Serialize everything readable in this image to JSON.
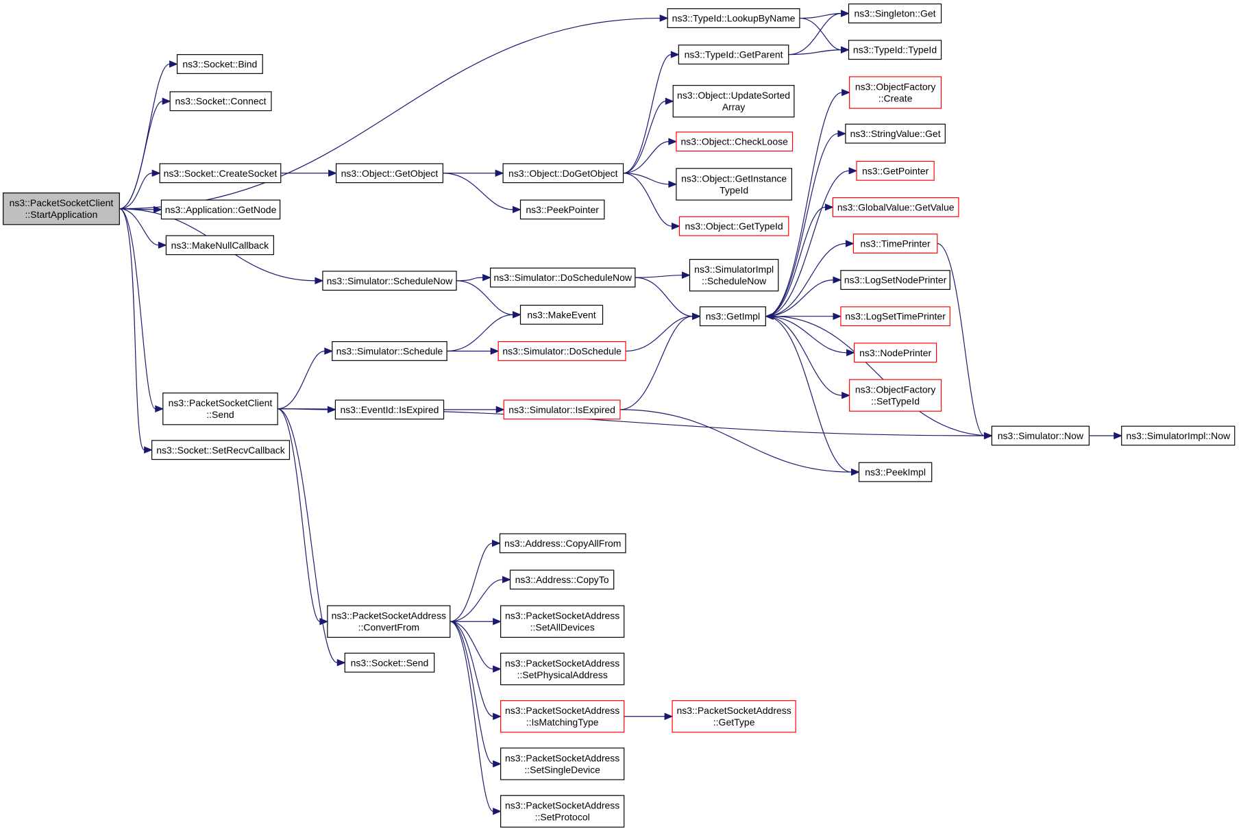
{
  "colors": {
    "edge": "#191970",
    "normal_border": "#000000",
    "red_border": "#ff0000",
    "root_fill": "#bfbfbf"
  },
  "nodes": [
    {
      "id": "root",
      "lines": [
        "ns3::PacketSocketClient",
        "::StartApplication"
      ],
      "style": "root"
    },
    {
      "id": "sbind",
      "lines": [
        "ns3::Socket::Bind"
      ]
    },
    {
      "id": "sconnect",
      "lines": [
        "ns3::Socket::Connect"
      ]
    },
    {
      "id": "screate",
      "lines": [
        "ns3::Socket::CreateSocket"
      ]
    },
    {
      "id": "getnode",
      "lines": [
        "ns3::Application::GetNode"
      ]
    },
    {
      "id": "makenull",
      "lines": [
        "ns3::MakeNullCallback"
      ]
    },
    {
      "id": "schednow",
      "lines": [
        "ns3::Simulator::ScheduleNow"
      ]
    },
    {
      "id": "pscsend",
      "lines": [
        "ns3::PacketSocketClient",
        "::Send"
      ]
    },
    {
      "id": "setrecv",
      "lines": [
        "ns3::Socket::SetRecvCallback"
      ]
    },
    {
      "id": "lookup",
      "lines": [
        "ns3::TypeId::LookupByName"
      ]
    },
    {
      "id": "getobject",
      "lines": [
        "ns3::Object::GetObject"
      ]
    },
    {
      "id": "dogetobject",
      "lines": [
        "ns3::Object::DoGetObject"
      ]
    },
    {
      "id": "peekptr",
      "lines": [
        "ns3::PeekPointer"
      ]
    },
    {
      "id": "getparent",
      "lines": [
        "ns3::TypeId::GetParent"
      ]
    },
    {
      "id": "updsorted",
      "lines": [
        "ns3::Object::UpdateSorted",
        "Array"
      ]
    },
    {
      "id": "checkloose",
      "lines": [
        "ns3::Object::CheckLoose"
      ],
      "style": "red"
    },
    {
      "id": "getinst",
      "lines": [
        "ns3::Object::GetInstance",
        "TypeId"
      ]
    },
    {
      "id": "objgettypeid",
      "lines": [
        "ns3::Object::GetTypeId"
      ],
      "style": "red"
    },
    {
      "id": "singleton",
      "lines": [
        "ns3::Singleton::Get"
      ]
    },
    {
      "id": "typeid",
      "lines": [
        "ns3::TypeId::TypeId"
      ]
    },
    {
      "id": "doschednow",
      "lines": [
        "ns3::Simulator::DoScheduleNow"
      ]
    },
    {
      "id": "simimplsched",
      "lines": [
        "ns3::SimulatorImpl",
        "::ScheduleNow"
      ]
    },
    {
      "id": "makeevent",
      "lines": [
        "ns3::MakeEvent"
      ]
    },
    {
      "id": "schedule",
      "lines": [
        "ns3::Simulator::Schedule"
      ]
    },
    {
      "id": "dosched",
      "lines": [
        "ns3::Simulator::DoSchedule"
      ],
      "style": "red"
    },
    {
      "id": "getimpl",
      "lines": [
        "ns3::GetImpl"
      ]
    },
    {
      "id": "isexpired",
      "lines": [
        "ns3::EventId::IsExpired"
      ]
    },
    {
      "id": "simisexp",
      "lines": [
        "ns3::Simulator::IsExpired"
      ],
      "style": "red"
    },
    {
      "id": "peekimpl",
      "lines": [
        "ns3::PeekImpl"
      ]
    },
    {
      "id": "simnow",
      "lines": [
        "ns3::Simulator::Now"
      ]
    },
    {
      "id": "simimplnow",
      "lines": [
        "ns3::SimulatorImpl::Now"
      ]
    },
    {
      "id": "ofcreate",
      "lines": [
        "ns3::ObjectFactory",
        "::Create"
      ],
      "style": "red"
    },
    {
      "id": "strget",
      "lines": [
        "ns3::StringValue::Get"
      ]
    },
    {
      "id": "getptr",
      "lines": [
        "ns3::GetPointer"
      ],
      "style": "red"
    },
    {
      "id": "gvget",
      "lines": [
        "ns3::GlobalValue::GetValue"
      ],
      "style": "red"
    },
    {
      "id": "timeprinter",
      "lines": [
        "ns3::TimePrinter"
      ],
      "style": "red"
    },
    {
      "id": "lsnp",
      "lines": [
        "ns3::LogSetNodePrinter"
      ]
    },
    {
      "id": "lstp",
      "lines": [
        "ns3::LogSetTimePrinter"
      ],
      "style": "red"
    },
    {
      "id": "nodeprinter",
      "lines": [
        "ns3::NodePrinter"
      ],
      "style": "red"
    },
    {
      "id": "ofsettypeid",
      "lines": [
        "ns3::ObjectFactory",
        "::SetTypeId"
      ],
      "style": "red"
    },
    {
      "id": "convfrom",
      "lines": [
        "ns3::PacketSocketAddress",
        "::ConvertFrom"
      ]
    },
    {
      "id": "socksend",
      "lines": [
        "ns3::Socket::Send"
      ]
    },
    {
      "id": "copyall",
      "lines": [
        "ns3::Address::CopyAllFrom"
      ]
    },
    {
      "id": "copyto",
      "lines": [
        "ns3::Address::CopyTo"
      ]
    },
    {
      "id": "setalldev",
      "lines": [
        "ns3::PacketSocketAddress",
        "::SetAllDevices"
      ]
    },
    {
      "id": "setphys",
      "lines": [
        "ns3::PacketSocketAddress",
        "::SetPhysicalAddress"
      ]
    },
    {
      "id": "ismatch",
      "lines": [
        "ns3::PacketSocketAddress",
        "::IsMatchingType"
      ],
      "style": "red"
    },
    {
      "id": "psagettype",
      "lines": [
        "ns3::PacketSocketAddress",
        "::GetType"
      ],
      "style": "red"
    },
    {
      "id": "setsingle",
      "lines": [
        "ns3::PacketSocketAddress",
        "::SetSingleDevice"
      ]
    },
    {
      "id": "setproto",
      "lines": [
        "ns3::PacketSocketAddress",
        "::SetProtocol"
      ]
    }
  ],
  "edges": [
    [
      "root",
      "sbind"
    ],
    [
      "root",
      "sconnect"
    ],
    [
      "root",
      "lookup"
    ],
    [
      "root",
      "screate"
    ],
    [
      "root",
      "getnode"
    ],
    [
      "root",
      "makenull"
    ],
    [
      "root",
      "schednow"
    ],
    [
      "root",
      "pscsend"
    ],
    [
      "root",
      "setrecv"
    ],
    [
      "lookup",
      "singleton"
    ],
    [
      "lookup",
      "typeid"
    ],
    [
      "screate",
      "getobject"
    ],
    [
      "getobject",
      "dogetobject"
    ],
    [
      "getobject",
      "peekptr"
    ],
    [
      "dogetobject",
      "getparent"
    ],
    [
      "dogetobject",
      "updsorted"
    ],
    [
      "dogetobject",
      "checkloose"
    ],
    [
      "dogetobject",
      "getinst"
    ],
    [
      "dogetobject",
      "objgettypeid"
    ],
    [
      "getparent",
      "singleton"
    ],
    [
      "getparent",
      "typeid"
    ],
    [
      "schednow",
      "doschednow"
    ],
    [
      "schednow",
      "makeevent"
    ],
    [
      "doschednow",
      "simimplsched"
    ],
    [
      "doschednow",
      "getimpl"
    ],
    [
      "pscsend",
      "schedule"
    ],
    [
      "schedule",
      "makeevent"
    ],
    [
      "schedule",
      "dosched"
    ],
    [
      "dosched",
      "getimpl"
    ],
    [
      "pscsend",
      "isexpired"
    ],
    [
      "isexpired",
      "simisexp"
    ],
    [
      "simisexp",
      "getimpl"
    ],
    [
      "simisexp",
      "peekimpl"
    ],
    [
      "pscsend",
      "simnow"
    ],
    [
      "pscsend",
      "convfrom"
    ],
    [
      "pscsend",
      "socksend"
    ],
    [
      "getimpl",
      "ofcreate"
    ],
    [
      "getimpl",
      "strget"
    ],
    [
      "getimpl",
      "getptr"
    ],
    [
      "getimpl",
      "gvget"
    ],
    [
      "getimpl",
      "timeprinter"
    ],
    [
      "getimpl",
      "lsnp"
    ],
    [
      "getimpl",
      "lstp"
    ],
    [
      "getimpl",
      "nodeprinter"
    ],
    [
      "getimpl",
      "ofsettypeid"
    ],
    [
      "getimpl",
      "peekimpl"
    ],
    [
      "timeprinter",
      "simnow"
    ],
    [
      "simnow",
      "getimpl"
    ],
    [
      "simnow",
      "simimplnow"
    ],
    [
      "convfrom",
      "copyall"
    ],
    [
      "convfrom",
      "copyto"
    ],
    [
      "convfrom",
      "setalldev"
    ],
    [
      "convfrom",
      "setphys"
    ],
    [
      "convfrom",
      "ismatch"
    ],
    [
      "convfrom",
      "setsingle"
    ],
    [
      "convfrom",
      "setproto"
    ],
    [
      "ismatch",
      "psagettype"
    ]
  ]
}
